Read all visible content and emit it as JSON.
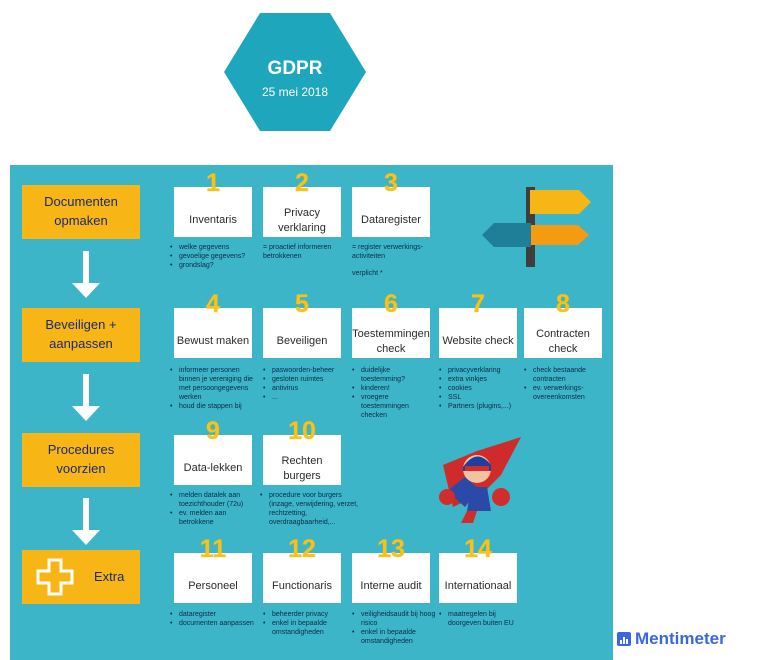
{
  "header": {
    "title": "GDPR",
    "date": "25 mei 2018"
  },
  "colors": {
    "board": "#3cb5c8",
    "step": "#f8b616",
    "number": "#f8c21b",
    "hexagon": "#1ea7bc",
    "brand": "#3a66e0"
  },
  "steps": [
    {
      "line1": "Documenten",
      "line2": "opmaken"
    },
    {
      "line1": "Beveiligen +",
      "line2": "aanpassen"
    },
    {
      "line1": "Procedures",
      "line2": "voorzien"
    },
    {
      "line1": "",
      "line2": "Extra",
      "icon": "plus-icon"
    }
  ],
  "cards": [
    {
      "num": "1",
      "label": "Inventaris"
    },
    {
      "num": "2",
      "label": "Privacy verklaring"
    },
    {
      "num": "3",
      "label": "Dataregister"
    },
    {
      "num": "4",
      "label": "Bewust maken"
    },
    {
      "num": "5",
      "label": "Beveiligen"
    },
    {
      "num": "6",
      "label": "Toestemmingen check"
    },
    {
      "num": "7",
      "label": "Website check"
    },
    {
      "num": "8",
      "label": "Contracten check"
    },
    {
      "num": "9",
      "label": "Data-lekken"
    },
    {
      "num": "10",
      "label": "Rechten burgers"
    },
    {
      "num": "11",
      "label": "Personeel"
    },
    {
      "num": "12",
      "label": "Functionaris"
    },
    {
      "num": "13",
      "label": "Interne audit"
    },
    {
      "num": "14",
      "label": "Internationaal"
    }
  ],
  "notes": {
    "n1": [
      "welke gegevens",
      "gevoelige gegevens?",
      "grondslag?"
    ],
    "n2": [
      "= proactief informeren betrokkenen"
    ],
    "n3": [
      "= register verwerkings-activiteiten",
      "verplicht *"
    ],
    "n4": [
      "informeer personen binnen je vereniging die met persoongegevens werken",
      "houd die stappen bij"
    ],
    "n5": [
      "paswoorden-beheer",
      "gesloten ruimtes",
      "antivirus",
      "..."
    ],
    "n6": [
      "duidelijke toestemming?",
      "kinderen!",
      "vroegere toestemmingen checken"
    ],
    "n7": [
      "privacyverklaring",
      "extra vinkjes",
      "cookies",
      "SSL",
      "Partners (plugins,...)"
    ],
    "n8": [
      "check bestaande contracten",
      "ev. verwerkings-overeenkomsten"
    ],
    "n9": [
      "melden datalek aan toezichthouder (72u)",
      "ev. melden aan betrokkene"
    ],
    "n10": [
      "procedure voor burgers (inzage, verwijdering, verzet, rechtzetting, overdraagbaarheid,..."
    ],
    "n11": [
      "dataregister",
      "documenten aanpassen"
    ],
    "n12": [
      "beheerder privacy",
      "enkel in bepaalde omstandigheden"
    ],
    "n13": [
      "veiligheidsaudit bij hoog risico",
      "enkel in bepaalde omstandigheden"
    ],
    "n14": [
      "maatregelen bij doorgeven buiten EU"
    ]
  },
  "brand": {
    "name": "Mentimeter",
    "icon": "bar-chart-icon"
  },
  "icons": {
    "signpost": "signpost-icon",
    "hero": "superhero-icon",
    "arrow": "arrow-down-icon"
  }
}
